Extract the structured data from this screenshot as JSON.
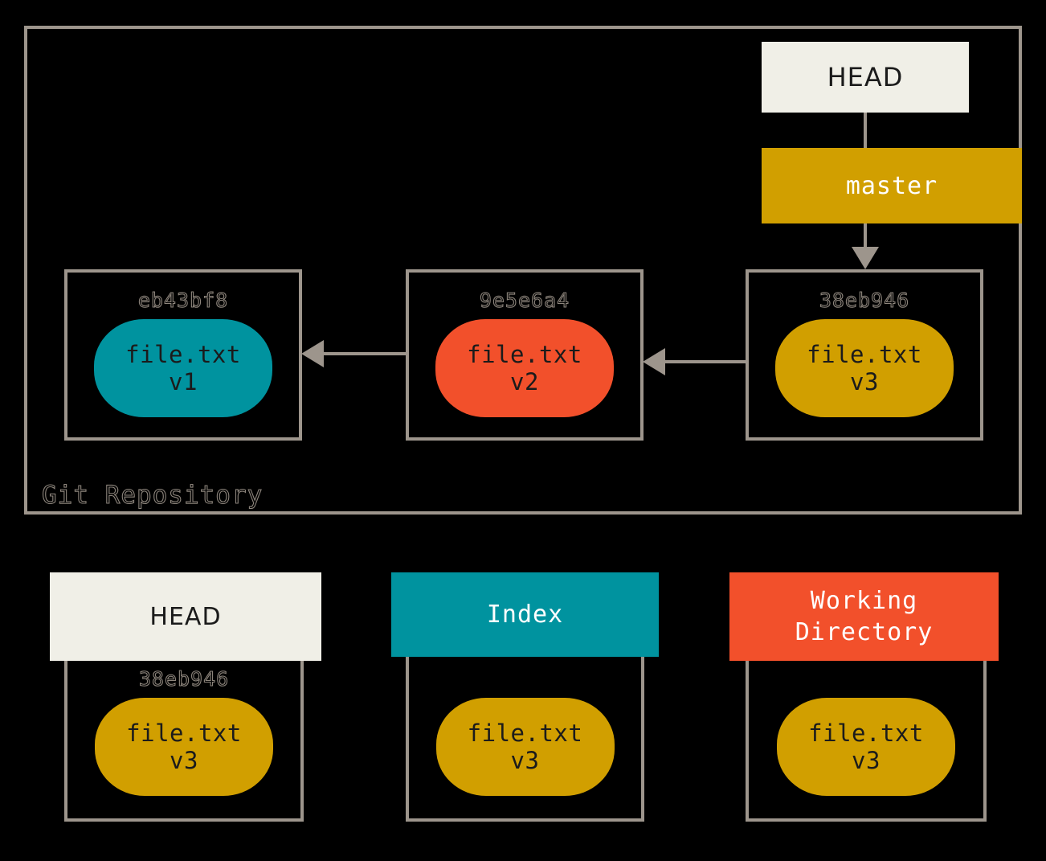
{
  "colors": {
    "background": "#000000",
    "border_gray": "#9d958c",
    "cream": "#f0efe7",
    "goldenrod": "#d19f00",
    "teal": "#00939f",
    "orange_red": "#f2502b",
    "text_dark": "#1b1b1b",
    "text_white": "#ffffff"
  },
  "repository": {
    "label": "Git Repository",
    "head_pointer": "HEAD",
    "branch": "master",
    "commits": [
      {
        "hash": "eb43bf8",
        "file": "file.txt",
        "version": "v1",
        "color": "#00939f"
      },
      {
        "hash": "9e5e6a4",
        "file": "file.txt",
        "version": "v2",
        "color": "#f2502b"
      },
      {
        "hash": "38eb946",
        "file": "file.txt",
        "version": "v3",
        "color": "#d19f00"
      }
    ]
  },
  "areas": [
    {
      "title": "HEAD",
      "header_color": "#f0efe7",
      "title_style": "sans",
      "hash": "38eb946",
      "file": "file.txt",
      "version": "v3",
      "blob_color": "#d19f00"
    },
    {
      "title": "Index",
      "header_color": "#00939f",
      "title_style": "mono",
      "hash": "",
      "file": "file.txt",
      "version": "v3",
      "blob_color": "#d19f00"
    },
    {
      "title_line1": "Working",
      "title_line2": "Directory",
      "header_color": "#f2502b",
      "title_style": "mono",
      "hash": "",
      "file": "file.txt",
      "version": "v3",
      "blob_color": "#d19f00"
    }
  ]
}
